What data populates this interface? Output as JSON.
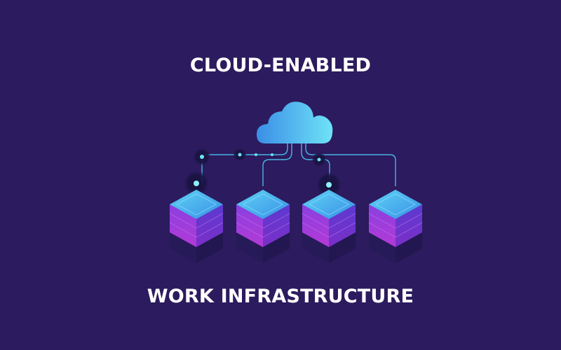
{
  "banner": {
    "headline_top": "CLOUD-ENABLED",
    "headline_bottom": "WORK INFRASTRUCTURE"
  },
  "illustration": {
    "icons": [
      "cloud-icon",
      "server-rack-icon",
      "server-rack-icon",
      "server-rack-icon",
      "server-rack-icon"
    ],
    "server_count": 4
  },
  "colors": {
    "background": "#2c1b5e",
    "text": "#ffffff",
    "cloud_light": "#6fe3f7",
    "cloud_dark": "#3a8ee6",
    "server_top": "#3ab7ec",
    "server_side_light": "#a63fe0",
    "server_side_dark": "#5b2ab8",
    "line": "#47b6e6"
  }
}
